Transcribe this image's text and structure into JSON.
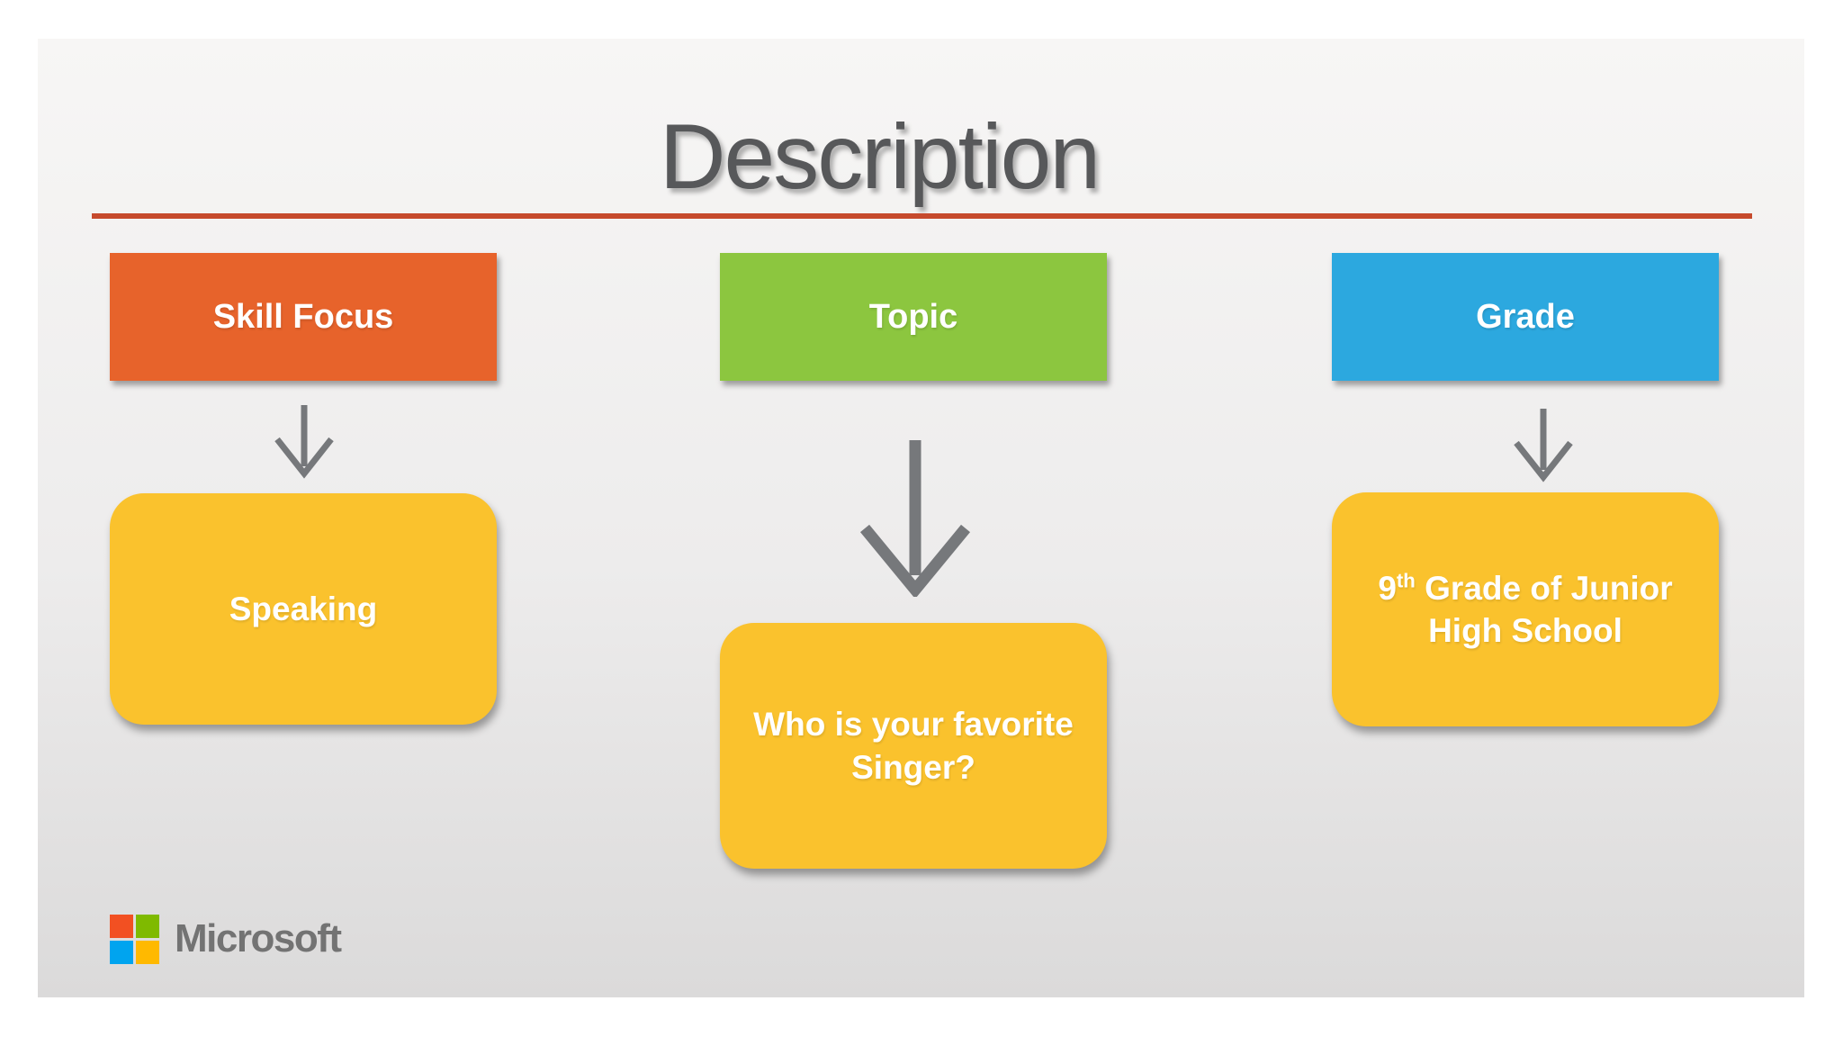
{
  "slide": {
    "title": "Description",
    "columns": [
      {
        "header": {
          "label": "Skill Focus",
          "color": "#E7632B"
        },
        "arrow": {
          "icon": "down-arrow-icon",
          "size": "small"
        },
        "detail": {
          "label": "Speaking"
        }
      },
      {
        "header": {
          "label": "Topic",
          "color": "#8CC63F"
        },
        "arrow": {
          "icon": "down-arrow-icon",
          "size": "large"
        },
        "detail": {
          "label": "Who is your favorite Singer?"
        }
      },
      {
        "header": {
          "label": "Grade",
          "color": "#2CA8DF"
        },
        "arrow": {
          "icon": "down-arrow-icon",
          "size": "small"
        },
        "detail": {
          "label": "9th Grade of Junior High School",
          "label_prefix": "9",
          "label_sup": "th",
          "label_rest": " Grade of Junior High School"
        }
      }
    ],
    "footer": {
      "logo": {
        "text": "Microsoft",
        "text_color": "#737373",
        "square_colors": {
          "top_left": "#F25022",
          "top_right": "#7FBA00",
          "bottom_left": "#00A4EF",
          "bottom_right": "#FFB900"
        }
      }
    }
  },
  "colors": {
    "accent_line": "#C64A2D",
    "title_text": "#57585A",
    "header_text": "#FFFFFF",
    "detail_box": "#FAC22D",
    "detail_text": "#FFFFFF",
    "arrow": "#76787B",
    "slide_bg_top": "#F7F6F5",
    "slide_bg_bottom": "#DBDADA"
  }
}
